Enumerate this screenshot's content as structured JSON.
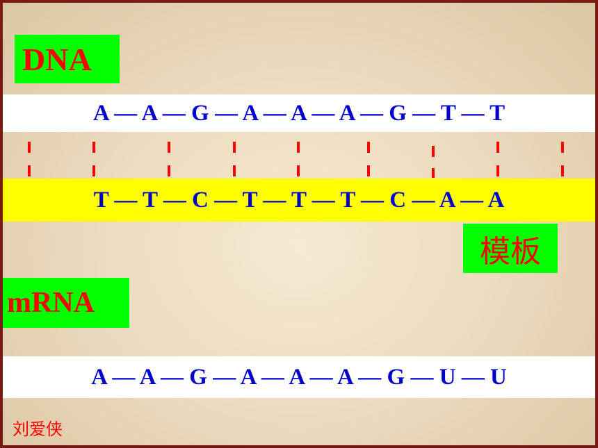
{
  "labels": {
    "dna": "DNA",
    "mrna": "mRNA",
    "template": "模板"
  },
  "strands": {
    "dna_coding": "A — A — G — A — A — A — G — T — T",
    "dna_template": "T — T — C — T — T — T — C — A — A",
    "mrna": "A — A — G — A — A — A — G — U — U"
  },
  "author": "刘爱侠",
  "colors": {
    "label_bg": "#00ff00",
    "label_text": "#ff0000",
    "base_text": "#0000cc",
    "template_strand_bg": "#ffff00",
    "bond_color": "#ff0000",
    "frame": "#7a1a14"
  }
}
